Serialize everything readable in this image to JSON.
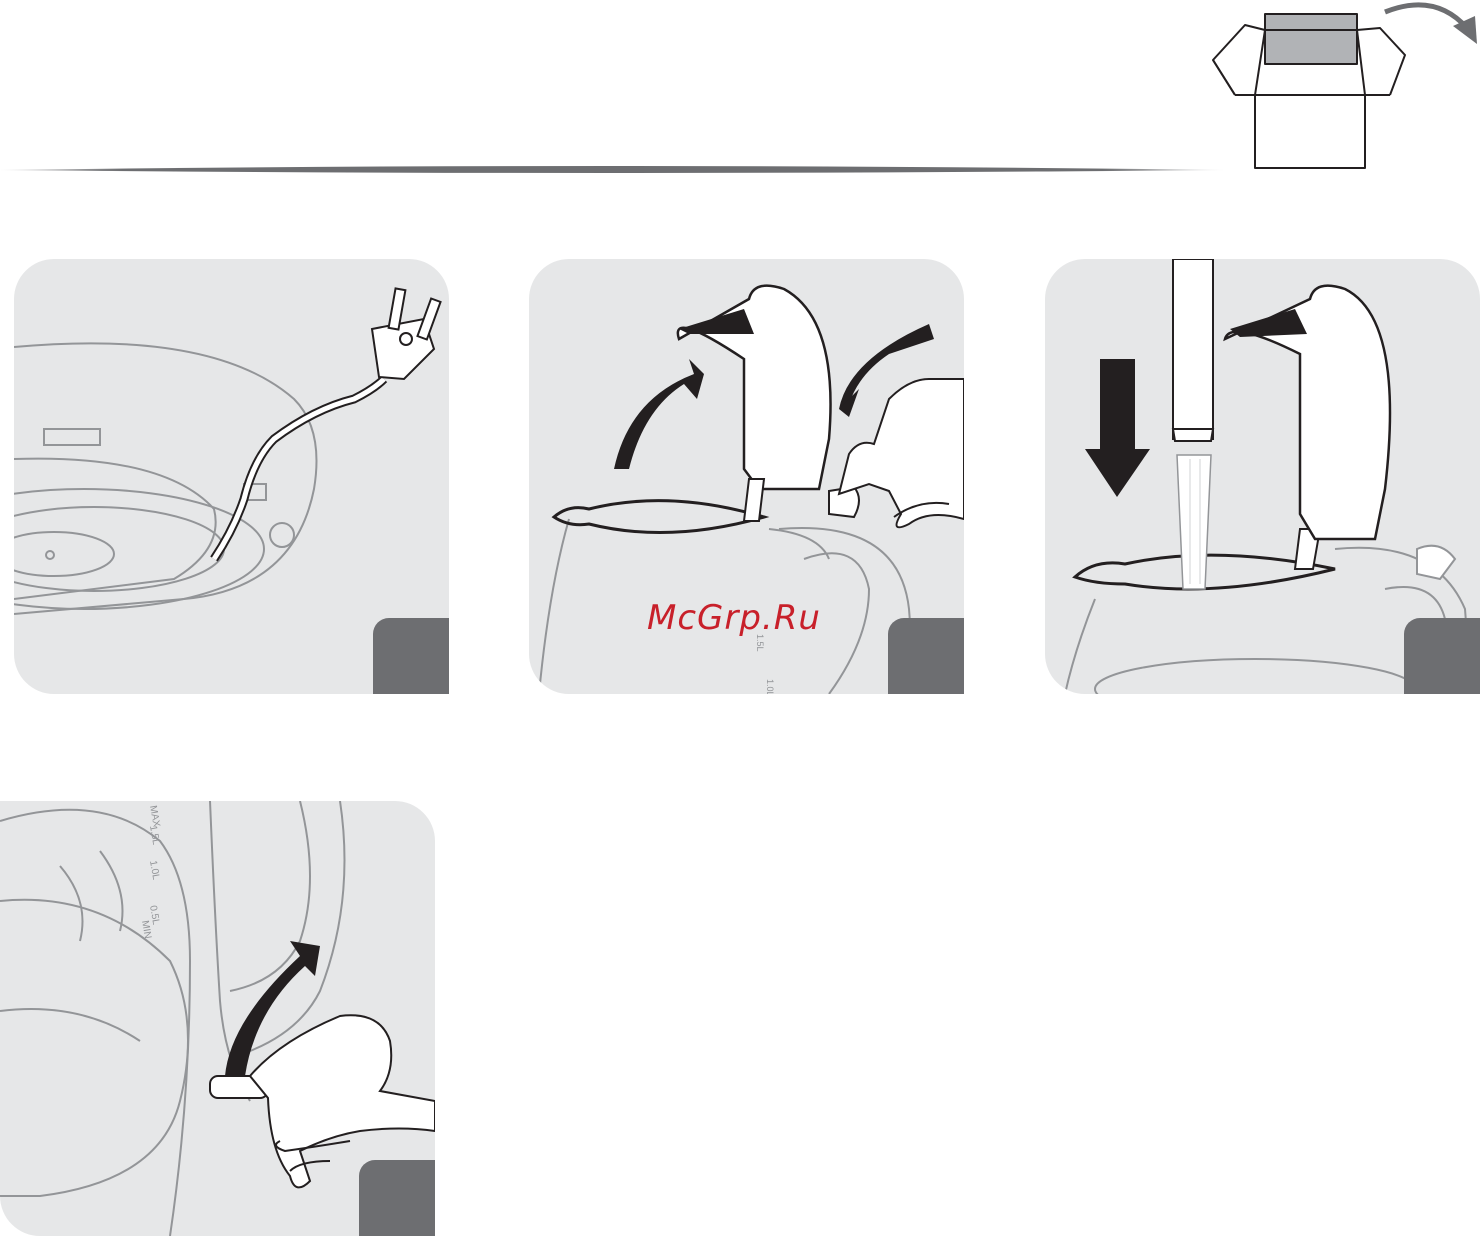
{
  "watermark": {
    "text": "McGrp.Ru",
    "color": "#c8202a"
  },
  "colors": {
    "panel_bg": "#e6e7e8",
    "badge": "#6d6e71",
    "ink": "#231f20",
    "line": "#6d6e71"
  },
  "icons": {
    "unpack": "open-box-icon",
    "panel1": "power-cord-plug-icon",
    "panel2": "lid-open-icon",
    "panel3": "water-fill-icon",
    "panel4": "power-switch-icon"
  },
  "markings": {
    "max": "MAX",
    "l15": "1.5L",
    "l10": "1.0L",
    "l05": "0.5L",
    "min": "MIN"
  }
}
